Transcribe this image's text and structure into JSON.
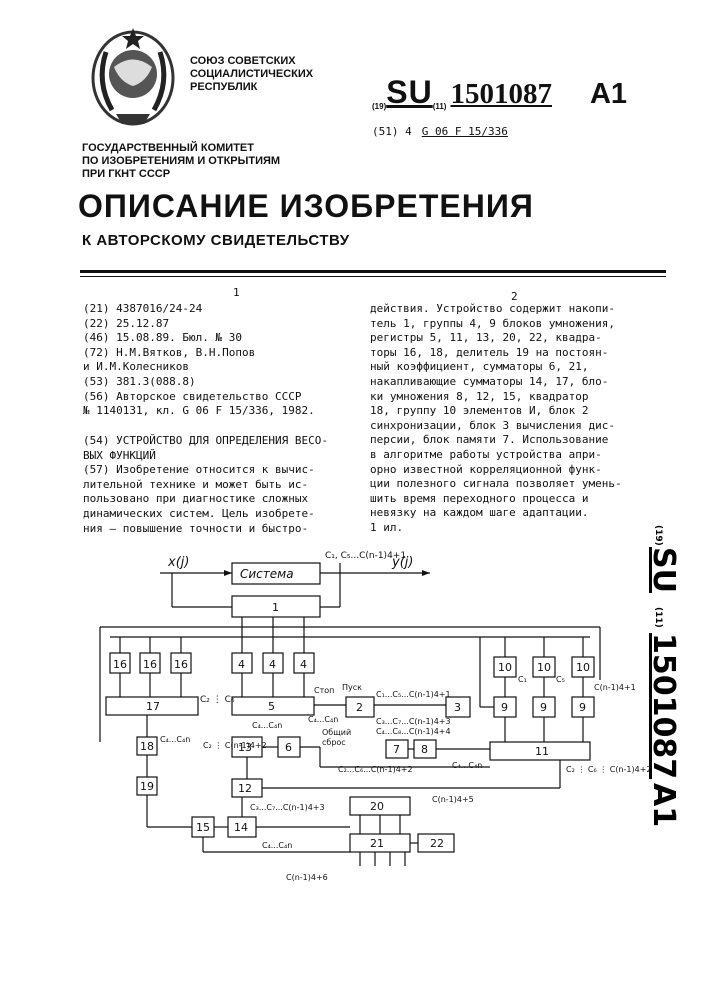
{
  "header": {
    "org_lines": [
      "СОЮЗ СОВЕТСКИХ",
      "СОЦИАЛИСТИЧЕСКИХ",
      "РЕСПУБЛИК"
    ],
    "code19": "(19)",
    "country": "SU",
    "code11": "(11)",
    "number": "1501087",
    "kind": "A1",
    "ipc_code": "(51) 4",
    "ipc": "G 06 F 15/336",
    "committee_lines": [
      "ГОСУДАРСТВЕННЫЙ КОМИТЕТ",
      "ПО ИЗОБРЕТЕНИЯМ И ОТКРЫТИЯМ",
      "ПРИ ГКНТ СССР"
    ],
    "doc_title": "ОПИСАНИЕ ИЗОБРЕТЕНИЯ",
    "doc_subtitle": "К АВТОРСКОМУ СВИДЕТЕЛЬСТВУ"
  },
  "columns": {
    "left_no": "1",
    "right_no": "2"
  },
  "bibliography": [
    "(21) 4387016/24-24",
    "(22) 25.12.87",
    "(46) 15.08.89. Бюл. № 30",
    "(72) Н.М.Вятков, В.Н.Попов",
    "и И.М.Колесников",
    "(53) 381.3(088.8)",
    "(56) Авторское свидетельство СССР",
    "№ 1140131, кл. G 06 F 15/336, 1982."
  ],
  "abstract_lines": [
    "(54) УСТРОЙСТВО ДЛЯ ОПРЕДЕЛЕНИЯ ВЕСО-",
    "ВЫХ ФУНКЦИЙ",
    "(57) Изобретение относится к вычис-",
    "лительной технике и может быть ис-",
    "пользовано при диагностике сложных",
    "динамических систем. Цель изобрете-",
    "ния – повышение точности и быстро-"
  ],
  "right_lines": [
    "действия. Устройство содержит накопи-",
    "тель 1, группы 4, 9 блоков умножения,",
    "регистры 5, 11, 13, 20, 22, квадра-",
    "торы 16, 18, делитель 19 на постоян-",
    "ный коэффициент, сумматоры 6, 21,",
    "накапливающие сумматоры 14, 17, бло-",
    "ки умножения 8, 12, 15, квадратор",
    "18, группу 10 элементов И, блок 2",
    "синхронизации, блок 3 вычисления дис-",
    "персии, блок памяти 7. Использование",
    "в алгоритме работы устройства апри-",
    "орно известной корреляционной функ-",
    "ции полезного сигнала позволяет умень-",
    "шить время переходного процесса и",
    "невязку на каждом шаге адаптации.",
    "1 ил."
  ],
  "margin": {
    "code19": "(19)",
    "country": "SU",
    "code11": "(11)",
    "number": "1501087",
    "kind": "A1"
  },
  "diagram": {
    "in_label": "x(j)",
    "out_label": "y(j)",
    "system_label": "Система",
    "top_clock": "C₁, C₅...C(n-1)4+1",
    "b1": "1",
    "b2": "2",
    "b3": "3",
    "b4": "4",
    "b5": "5",
    "b6": "6",
    "b7": "7",
    "b8": "8",
    "b9": "9",
    "b10": "10",
    "b11": "11",
    "b12": "12",
    "b13": "13",
    "b14": "14",
    "b15": "15",
    "b16": "16",
    "b17": "17",
    "b18": "18",
    "b19": "19",
    "b20": "20",
    "b21": "21",
    "b22": "22",
    "c2_c6": "C₂ ⋮ C₆",
    "ctop": "Cтоп",
    "pusk": "Пуск",
    "obsh1": "Общий",
    "obsh2": "сброс",
    "c1_c5": "C₁...C₅...C(n-1)4+1",
    "c3_c7": "C₃...C₇...C(n-1)4+3",
    "c4_c8": "C₄...C₈...C(n-1)4+4",
    "c4_c4n_a": "C₄...C₄n",
    "c4_c4n_b": "C₄...C₄n",
    "c4_c4n_c": "C₄...C₄n",
    "c4_c4n_d": "C₄...C₄n",
    "c4_c4n_e": "C₄...C₄n",
    "c2_c6_bot": "C₂...C₆...C(n-1)4+2",
    "c2_c6_left": "C₂ ⋮ C(n-1)4+2",
    "c3_c7_bot": "C₃...C₇...C(n-1)4+3",
    "cn5": "C(n-1)4+5",
    "cn6": "C(n-1)4+6",
    "c1": "C₁",
    "c5": "C₅",
    "cn1": "C(n-1)4+1",
    "c2_c6_right": "C₂ ⋮ C₆ ⋮ C(n-1)4+2"
  }
}
